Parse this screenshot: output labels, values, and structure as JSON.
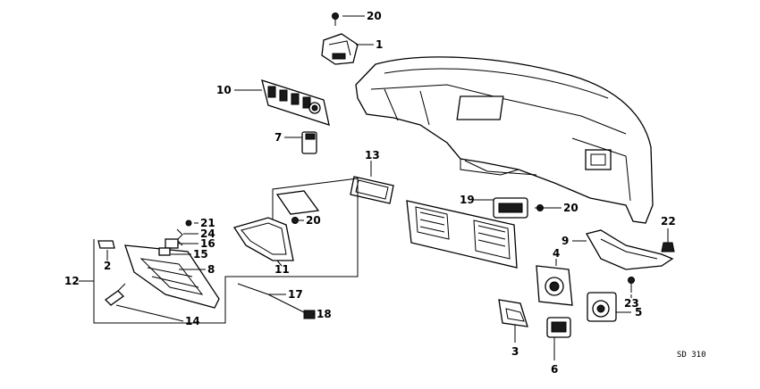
{
  "diagram": {
    "code": "SD 310",
    "callouts": [
      {
        "key": "20",
        "label": "20"
      },
      {
        "key": "1",
        "label": "1"
      },
      {
        "key": "10",
        "label": "10"
      },
      {
        "key": "7",
        "label": "7"
      },
      {
        "key": "13",
        "label": "13"
      },
      {
        "key": "21",
        "label": "21"
      },
      {
        "key": "24",
        "label": "24"
      },
      {
        "key": "16",
        "label": "16"
      },
      {
        "key": "15",
        "label": "15"
      },
      {
        "key": "2",
        "label": "2"
      },
      {
        "key": "8",
        "label": "8"
      },
      {
        "key": "12",
        "label": "12"
      },
      {
        "key": "14",
        "label": "14"
      },
      {
        "key": "20b",
        "label": "20"
      },
      {
        "key": "11",
        "label": "11"
      },
      {
        "key": "17",
        "label": "17"
      },
      {
        "key": "18",
        "label": "18"
      },
      {
        "key": "19",
        "label": "19"
      },
      {
        "key": "20c",
        "label": "20"
      },
      {
        "key": "22",
        "label": "22"
      },
      {
        "key": "9",
        "label": "9"
      },
      {
        "key": "4",
        "label": "4"
      },
      {
        "key": "23",
        "label": "23"
      },
      {
        "key": "5",
        "label": "5"
      },
      {
        "key": "3",
        "label": "3"
      },
      {
        "key": "6",
        "label": "6"
      }
    ]
  }
}
